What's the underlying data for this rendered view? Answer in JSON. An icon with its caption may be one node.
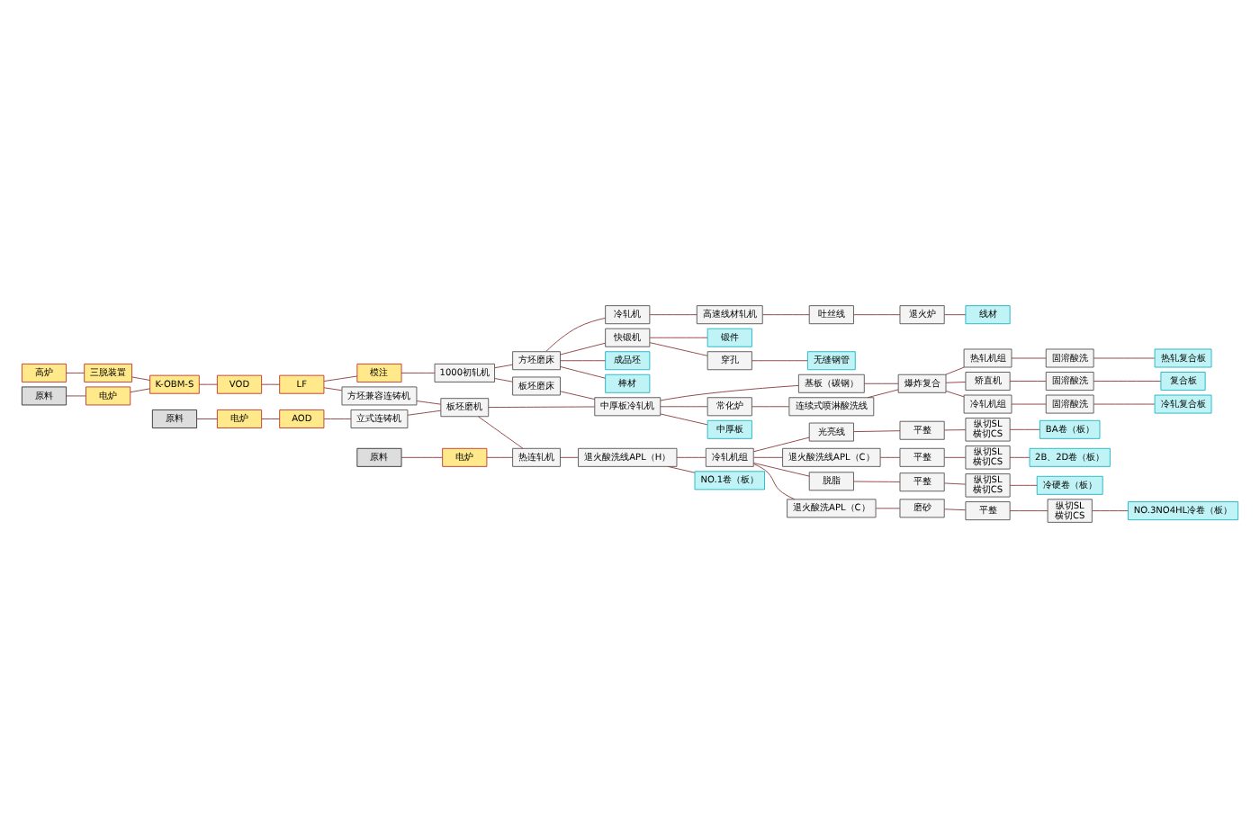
{
  "diagram": {
    "nodes": [
      {
        "text": [
          "高炉"
        ]
      },
      {
        "text": [
          "三脱装置"
        ]
      },
      {
        "text": [
          "K-OBM-S"
        ]
      },
      {
        "text": [
          "VOD"
        ]
      },
      {
        "text": [
          "LF"
        ]
      },
      {
        "text": [
          "方坯兼容连铸机"
        ]
      },
      {
        "text": [
          "电炉"
        ]
      },
      {
        "text": [
          "原料"
        ]
      },
      {
        "text": [
          "电炉"
        ]
      },
      {
        "text": [
          "原料"
        ]
      },
      {
        "text": [
          "AOD"
        ]
      },
      {
        "text": [
          "立式连铸机"
        ]
      },
      {
        "text": [
          "电炉"
        ]
      },
      {
        "text": [
          "原料"
        ]
      },
      {
        "text": [
          "热连轧机"
        ]
      },
      {
        "text": [
          "板坯磨机"
        ]
      },
      {
        "text": [
          "退火酸洗线APL（H）"
        ]
      },
      {
        "text": [
          "冷轧机组"
        ]
      },
      {
        "text": [
          "光亮线"
        ]
      },
      {
        "text": [
          "退火酸洗线APL（C）"
        ]
      },
      {
        "text": [
          "脱脂"
        ]
      },
      {
        "text": [
          "退火酸洗APL（C）"
        ]
      },
      {
        "text": [
          "磨砂"
        ]
      },
      {
        "text": [
          "平整"
        ]
      },
      {
        "text": [
          "平整"
        ]
      },
      {
        "text": [
          "平整"
        ]
      },
      {
        "text": [
          "平整"
        ]
      },
      {
        "text": [
          "纵切SL",
          "横切CS"
        ]
      },
      {
        "text": [
          "纵切SL",
          "横切CS"
        ]
      },
      {
        "text": [
          "纵切SL",
          "横切CS"
        ]
      },
      {
        "text": [
          "纵切SL",
          "横切CS"
        ]
      },
      {
        "text": [
          "NO.1卷（板）"
        ]
      },
      {
        "text": [
          "BA卷（板）"
        ]
      },
      {
        "text": [
          "2B、2D卷（板）"
        ]
      },
      {
        "text": [
          "冷硬卷（板）"
        ]
      },
      {
        "text": [
          "NO.3NO4HL冷卷（板）"
        ]
      },
      {
        "text": [
          "1000初轧机"
        ]
      },
      {
        "text": [
          "模注"
        ]
      },
      {
        "text": [
          "方坯磨床"
        ]
      },
      {
        "text": [
          "板坯磨床"
        ]
      },
      {
        "text": [
          "中厚板冷轧机"
        ]
      },
      {
        "text": [
          "基板（碳钢）"
        ]
      },
      {
        "text": [
          "常化炉"
        ]
      },
      {
        "text": [
          "连续式喷淋酸洗线"
        ]
      },
      {
        "text": [
          "爆炸复合"
        ]
      },
      {
        "text": [
          "冷轧机组"
        ]
      },
      {
        "text": [
          "固溶酸洗"
        ]
      },
      {
        "text": [
          "冷轧复合板"
        ]
      },
      {
        "text": [
          "热轧机组"
        ]
      },
      {
        "text": [
          "固溶酸洗"
        ]
      },
      {
        "text": [
          "热轧复合板"
        ]
      },
      {
        "text": [
          "矫直机"
        ]
      },
      {
        "text": [
          "固溶酸洗"
        ]
      },
      {
        "text": [
          "复合板"
        ]
      },
      {
        "text": [
          "中厚板"
        ]
      },
      {
        "text": [
          "成品坯"
        ]
      },
      {
        "text": [
          "棒材"
        ]
      },
      {
        "text": [
          "线材"
        ]
      },
      {
        "text": [
          "无缝钢管"
        ]
      },
      {
        "text": [
          "锻件"
        ]
      },
      {
        "text": [
          "冷轧机"
        ]
      },
      {
        "text": [
          "高速线材轧机"
        ]
      },
      {
        "text": [
          "吐丝线"
        ]
      },
      {
        "text": [
          "退火炉"
        ]
      },
      {
        "text": [
          "穿孔"
        ]
      },
      {
        "text": [
          "快锻机"
        ]
      }
    ],
    "edges": [
      {
        "from": 7,
        "to": 6,
        "arrow": "none"
      },
      {
        "from": 9,
        "to": 8,
        "arrow": "none"
      },
      {
        "from": 8,
        "to": 10,
        "arrow": "none"
      },
      {
        "from": 10,
        "to": 11,
        "arrow": "none"
      },
      {
        "from": 13,
        "to": 12,
        "arrow": "none"
      },
      {
        "from": 0,
        "to": 1,
        "arrow": "none"
      },
      {
        "from": 1,
        "to": 2,
        "arrow": "none"
      },
      {
        "from": 12,
        "to": 2,
        "arrow": "none"
      },
      {
        "from": 2,
        "to": 3,
        "arrow": "none"
      },
      {
        "from": 3,
        "to": 4,
        "arrow": "none"
      },
      {
        "from": 4,
        "to": 5,
        "arrow": "none"
      },
      {
        "from": 6,
        "to": 14,
        "arrow": "none"
      },
      {
        "from": 11,
        "to": 15,
        "arrow": "none"
      },
      {
        "from": 5,
        "to": 15,
        "arrow": "none"
      },
      {
        "from": 15,
        "to": 14,
        "arrow": "none"
      },
      {
        "from": 14,
        "to": 16,
        "arrow": "none"
      },
      {
        "from": 16,
        "to": 31,
        "arrow": "none"
      },
      {
        "from": 16,
        "to": 17,
        "arrow": "none"
      },
      {
        "from": 17,
        "to": 18,
        "arrow": "none"
      },
      {
        "from": 17,
        "to": 19,
        "arrow": "none"
      },
      {
        "from": 17,
        "to": 20,
        "arrow": "none"
      },
      {
        "from": 17,
        "to": 21,
        "arrow": "none"
      },
      {
        "from": 18,
        "to": 23,
        "arrow": "none"
      },
      {
        "from": 19,
        "to": 24,
        "arrow": "none"
      },
      {
        "from": 20,
        "to": 25,
        "arrow": "none"
      },
      {
        "from": 21,
        "to": 22,
        "arrow": "none"
      },
      {
        "from": 22,
        "to": 26,
        "arrow": "none"
      },
      {
        "from": 23,
        "to": 27,
        "arrow": "none"
      },
      {
        "from": 24,
        "to": 28,
        "arrow": "none"
      },
      {
        "from": 25,
        "to": 29,
        "arrow": "none"
      },
      {
        "from": 26,
        "to": 30,
        "arrow": "none"
      },
      {
        "from": 27,
        "to": 32,
        "arrow": "none"
      },
      {
        "from": 28,
        "to": 33,
        "arrow": "none"
      },
      {
        "from": 29,
        "to": 34,
        "arrow": "none"
      },
      {
        "from": 30,
        "to": 35,
        "arrow": "none"
      },
      {
        "from": 4,
        "to": 37,
        "arrow": "none"
      },
      {
        "from": 37,
        "to": 36,
        "arrow": "none"
      },
      {
        "from": 36,
        "to": 38,
        "arrow": "none"
      },
      {
        "from": 36,
        "to": 39,
        "arrow": "none"
      },
      {
        "from": 15,
        "to": 40,
        "arrow": "none"
      },
      {
        "from": 39,
        "to": 40,
        "arrow": "none"
      },
      {
        "from": 40,
        "to": 41,
        "arrow": "none"
      },
      {
        "from": 40,
        "to": 42,
        "arrow": "none"
      },
      {
        "from": 42,
        "to": 43,
        "arrow": "none"
      },
      {
        "from": 41,
        "to": 44,
        "arrow": "none"
      },
      {
        "from": 43,
        "to": 44,
        "arrow": "none"
      },
      {
        "from": 44,
        "to": 45,
        "arrow": "none"
      },
      {
        "from": 45,
        "to": 46,
        "arrow": "none"
      },
      {
        "from": 46,
        "to": 47,
        "arrow": "none"
      },
      {
        "from": 44,
        "to": 48,
        "arrow": "none"
      },
      {
        "from": 48,
        "to": 49,
        "arrow": "none"
      },
      {
        "from": 49,
        "to": 50,
        "arrow": "none"
      },
      {
        "from": 44,
        "to": 51,
        "arrow": "none"
      },
      {
        "from": 51,
        "to": 52,
        "arrow": "none"
      },
      {
        "from": 52,
        "to": 53,
        "arrow": "none"
      },
      {
        "from": 40,
        "to": 54,
        "arrow": "none"
      },
      {
        "from": 38,
        "to": 55,
        "arrow": "none"
      },
      {
        "from": 38,
        "to": 60,
        "arrow": "none"
      },
      {
        "from": 60,
        "to": 61,
        "arrow": "none"
      },
      {
        "from": 38,
        "to": 56,
        "arrow": "none"
      },
      {
        "from": 61,
        "to": 62,
        "arrow": "none"
      },
      {
        "from": 62,
        "to": 63,
        "arrow": "none"
      },
      {
        "from": 63,
        "to": 57,
        "arrow": "none"
      },
      {
        "from": 38,
        "to": 65,
        "arrow": "none"
      },
      {
        "from": 65,
        "to": 64,
        "arrow": "none"
      },
      {
        "from": 64,
        "to": 58,
        "arrow": "none"
      },
      {
        "from": 65,
        "to": 59,
        "arrow": "none"
      }
    ]
  }
}
